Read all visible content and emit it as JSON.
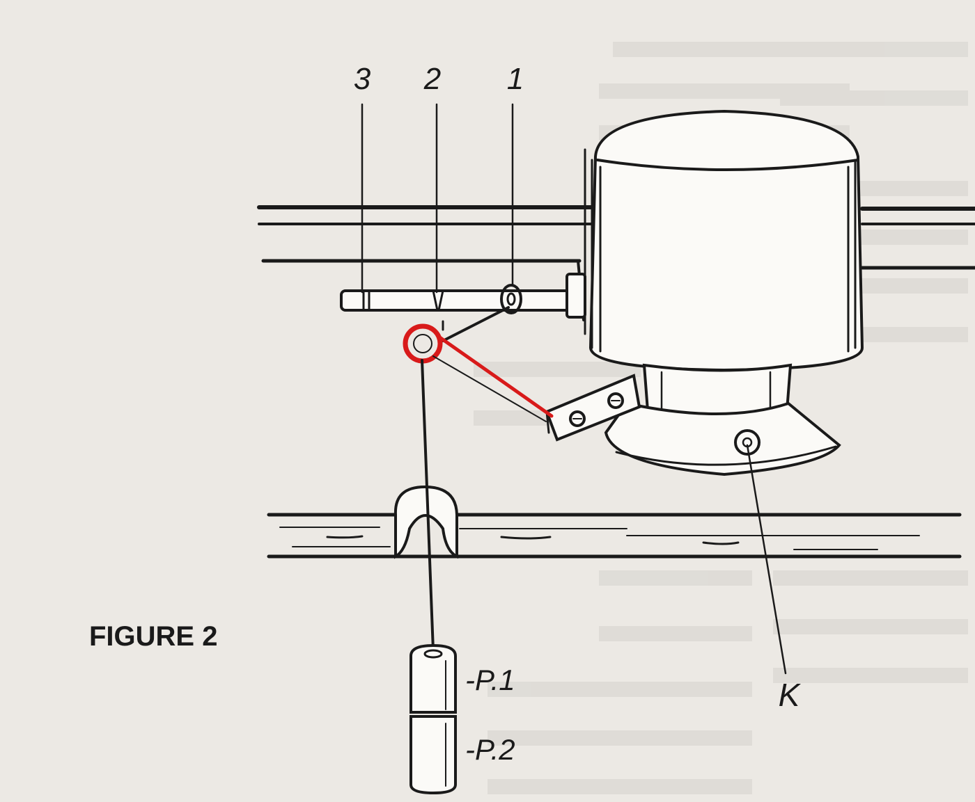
{
  "figure_caption": "FIGURE 2",
  "position_labels": [
    "3",
    "2",
    "1"
  ],
  "weight_labels": [
    "-P.1",
    "-P.2"
  ],
  "knob_label": "K",
  "colors": {
    "paper": "#ece9e4",
    "ink": "#1a1a1a",
    "highlight": "#d81a1a",
    "bleed_text": "#c9c6c1"
  },
  "highlighted_part": "lever-arm"
}
